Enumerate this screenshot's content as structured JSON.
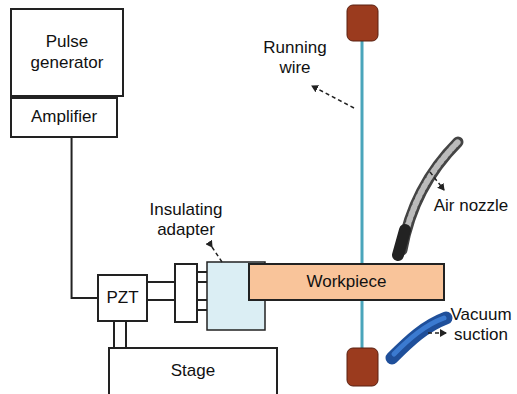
{
  "diagram": {
    "nodes": [
      {
        "text": [
          "Pulse generator"
        ]
      },
      {
        "text": [
          "Amplifier"
        ]
      },
      {
        "text": [
          "PZT"
        ]
      },
      {
        "text": [
          "Stage"
        ]
      },
      {
        "text": [
          "Workpiece"
        ]
      }
    ],
    "edges": [
      {
        "from": 0,
        "to": 1,
        "arrow": "none"
      },
      {
        "from": 1,
        "to": 2,
        "arrow": "none"
      }
    ],
    "labels": [
      "Running wire",
      "Insulating adapter",
      "Air nozzle",
      "Vacuum suction"
    ]
  }
}
